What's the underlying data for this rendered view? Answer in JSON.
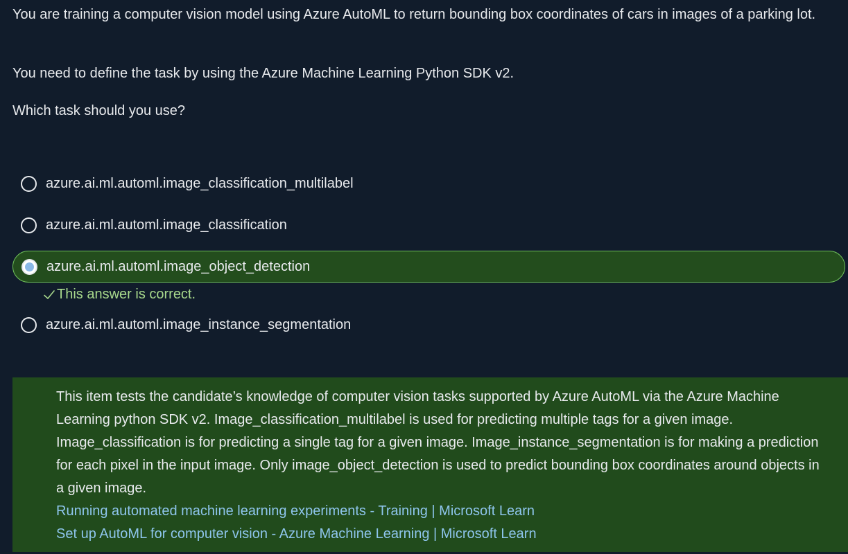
{
  "question": {
    "line1": "You are training a computer vision model using Azure AutoML to return bounding box coordinates of cars in images of a parking lot.",
    "line2": "You need to define the task by using the Azure Machine Learning Python SDK v2.",
    "line3": "Which task should you use?"
  },
  "options": [
    {
      "label": "azure.ai.ml.automl.image_classification_multilabel",
      "selected": false
    },
    {
      "label": "azure.ai.ml.automl.image_classification",
      "selected": false
    },
    {
      "label": "azure.ai.ml.automl.image_object_detection",
      "selected": true
    },
    {
      "label": "azure.ai.ml.automl.image_instance_segmentation",
      "selected": false
    }
  ],
  "feedback": {
    "text": "This answer is correct.",
    "icon": "check-icon"
  },
  "explanation": {
    "text": "This item tests the candidate’s knowledge of computer vision tasks supported by Azure AutoML via the Azure Machine Learning python SDK v2. Image_classification_multilabel is used for predicting multiple tags for a given image.  Image_classification is for predicting a single tag for a given image. Image_instance_segmentation is for making a prediction for each pixel in the input image. Only image_object_detection is used to predict bounding box coordinates around objects in a given image.",
    "links": [
      "Running automated machine learning experiments - Training | Microsoft Learn",
      "Set up AutoML for computer vision - Azure Machine Learning | Microsoft Learn"
    ]
  },
  "colors": {
    "background": "#111c2b",
    "selected_bg": "#234d1d",
    "selected_border": "#6fbf5a",
    "correct_text": "#a8d98c",
    "explanation_bg": "#214b1c",
    "link": "#8ec5ec"
  }
}
